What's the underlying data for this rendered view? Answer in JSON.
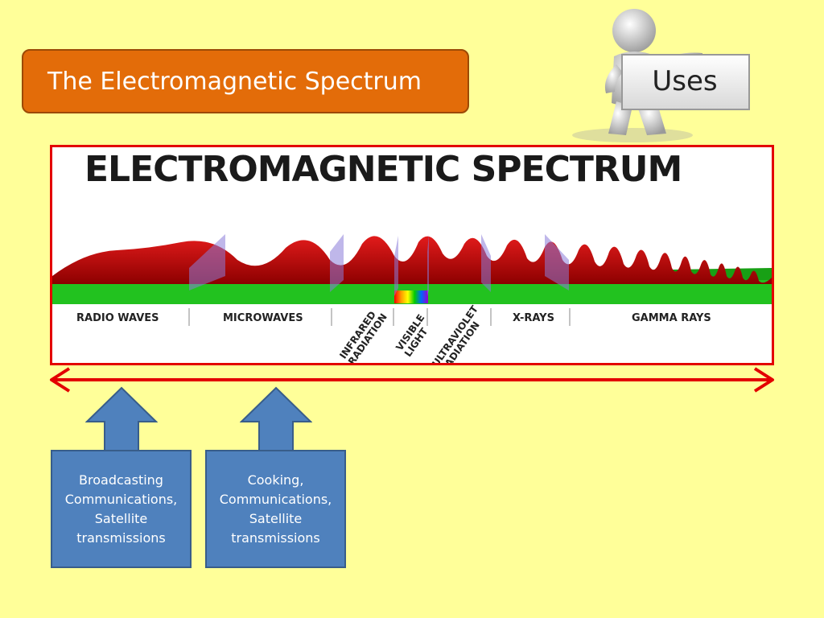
{
  "header": {
    "title": "The Electromagnetic Spectrum"
  },
  "badge": {
    "label": "Uses"
  },
  "spectrum": {
    "heading": "ELECTROMAGNETIC SPECTRUM",
    "bands": [
      "RADIO WAVES",
      "MICROWAVES",
      "INFRARED RADIATION",
      "VISIBLE LIGHT",
      "ULTRAVIOLET RADIATION",
      "X-RAYS",
      "GAMMA RAYS"
    ]
  },
  "uses": [
    {
      "text": "Broadcasting Communications, Satellite transmissions"
    },
    {
      "text": "Cooking, Communications, Satellite transmissions"
    }
  ],
  "colors": {
    "background": "#FFFF99",
    "title_box": "#E36C09",
    "frame": "#E30000",
    "wave": "#C00000",
    "ground": "#22C21F",
    "arrow": "#4F81BD"
  }
}
